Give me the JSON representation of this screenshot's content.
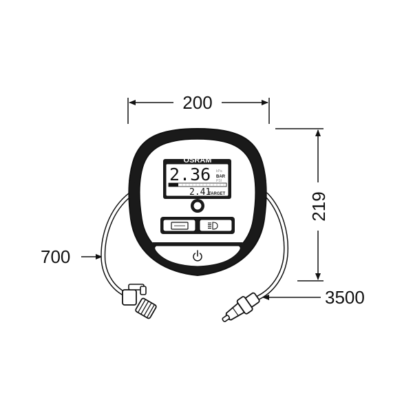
{
  "dimensions": {
    "width": "200",
    "height": "219",
    "hose_length": "700",
    "cable_length": "3500"
  },
  "device": {
    "brand": "OSRAM",
    "display_pressure": "2.36",
    "display_unit": "BAR",
    "display_target_value": "2.41",
    "display_target_label": "TARGET",
    "faint_units_top": "kPa",
    "faint_units_bottom": "PSI"
  },
  "icons": {
    "power": "power-icon",
    "light": "light-icon",
    "unit": "unit-icon"
  }
}
